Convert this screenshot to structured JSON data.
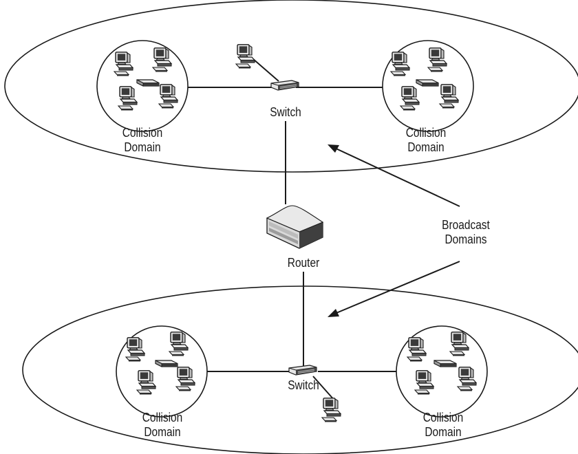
{
  "labels": {
    "switch_top": "Switch",
    "switch_bottom": "Switch",
    "router": "Router",
    "broadcast_line1": "Broadcast",
    "broadcast_line2": "Domains",
    "collision_line1": "Collision",
    "collision_line2": "Domain"
  },
  "colors": {
    "line": "#1a1a1a",
    "monitor_screen": "#3a3a3a",
    "device_body": "#e6e6e6"
  }
}
